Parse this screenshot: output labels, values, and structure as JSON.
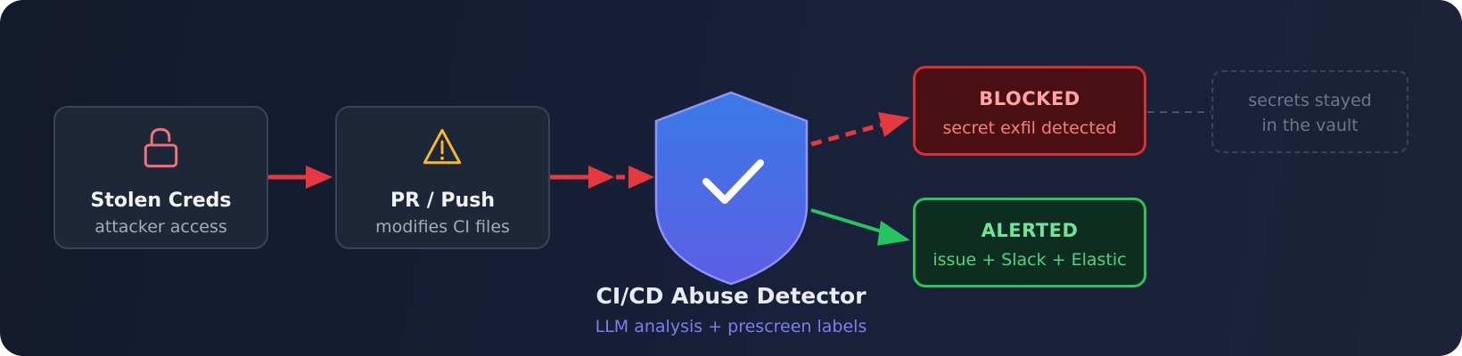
{
  "sources": [
    {
      "title": "Stolen Creds",
      "subtitle": "attacker access",
      "icon": "unlock-icon"
    },
    {
      "title": "PR / Push",
      "subtitle": "modifies CI files",
      "icon": "warning-icon"
    }
  ],
  "detector": {
    "title": "CI/CD Abuse Detector",
    "subtitle": "LLM analysis + prescreen labels",
    "icon": "shield-check-icon"
  },
  "outcomes": {
    "blocked": {
      "title": "BLOCKED",
      "subtitle": "secret exfil detected"
    },
    "alerted": {
      "title": "ALERTED",
      "subtitle": "issue + Slack + Elastic"
    }
  },
  "vault_note": {
    "line1": "secrets stayed",
    "line2": "in the vault"
  },
  "colors": {
    "attack_arrow": "#e5393f",
    "alert_arrow": "#22c55e",
    "lock_icon": "#f07178",
    "warning_icon": "#f5b82e",
    "shield_top": "#3a7ae6",
    "shield_bottom": "#5c5ee4"
  }
}
